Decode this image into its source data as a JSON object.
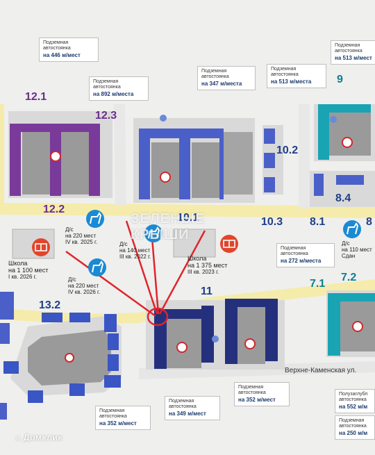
{
  "map": {
    "parking": {
      "p_446": {
        "line1": "Подземная",
        "line2": "автостоянка",
        "cap": "на 446 м/мест"
      },
      "p_892": {
        "line1": "Подземная",
        "line2": "автостоянка",
        "cap": "на 892 м/места"
      },
      "p_347": {
        "line1": "Подземная",
        "line2": "автостоянка",
        "cap": "на 347 м/места"
      },
      "p_513a": {
        "line1": "Подземная",
        "line2": "автостоянка",
        "cap": "на 513 м/места"
      },
      "p_513b": {
        "line1": "Подземная",
        "line2": "автостоянка",
        "cap": "на 513 м/мест"
      },
      "p_272": {
        "line1": "Подземная",
        "line2": "автостоянка",
        "cap": "на 272 м/места"
      },
      "p_352a": {
        "line1": "Подземная",
        "line2": "автостоянка",
        "cap": "на 352 м/мест"
      },
      "p_349": {
        "line1": "Подземная",
        "line2": "автостоянка",
        "cap": "на 349 м/мест"
      },
      "p_352b": {
        "line1": "Подземная",
        "line2": "автостоянка",
        "cap": "на 352 м/мест"
      },
      "p_552": {
        "line1": "Полузаглубл",
        "line2": "автостоянка",
        "cap": "на 552 м/м"
      },
      "p_250": {
        "line1": "Подземная",
        "line2": "автостоянка",
        "cap": "на 250 м/м"
      },
      "p_left": {
        "line1": "",
        "line2": "",
        "cap": ""
      }
    },
    "blocks": {
      "b121": "12.1",
      "b123": "12.3",
      "b122": "12.2",
      "b9": "9",
      "b102": "10.2",
      "b103": "10.3",
      "b101": "10.1",
      "b84": "8.4",
      "b81": "8.1",
      "b8": "8",
      "b132": "13.2",
      "b11": "11",
      "b71": "7.1",
      "b72": "7.2"
    },
    "facilities": {
      "kg1": {
        "l1": "Д/с",
        "l2": "на 220 мест",
        "l3": "IV кв. 2025 г."
      },
      "kg2": {
        "l1": "Д/с",
        "l2": "на 140 мест",
        "l3": "III кв. 2022 г."
      },
      "kg3": {
        "l1": "Д/с",
        "l2": "на 220 мест",
        "l3": "IV кв. 2026 г."
      },
      "kg4": {
        "l1": "Д/с",
        "l2": "на 110 мест",
        "l3": "Сдан"
      },
      "sch1": {
        "l1": "Школа",
        "l2": "на 1 100 мест",
        "l3": "I кв. 2026 г."
      },
      "sch2": {
        "l1": "Школа",
        "l2": "на 1 375 мест",
        "l3": "III кв. 2023 г."
      }
    },
    "street": "Верхне-Каменская ул.",
    "watermark": "ЗЕЛЕНЫЕ КРЫШИ",
    "brand": "Домклик"
  },
  "colors": {
    "purple": "#6b2c8c",
    "blue": "#3a55c4",
    "navy": "#1f2d7a",
    "teal": "#19a4b3",
    "road": "#f5ecab",
    "ground": "#dcdcdc",
    "red": "#d0262b"
  },
  "icons": [
    "kindergarten-icon",
    "school-icon",
    "parking-icon",
    "no-entry-icon"
  ]
}
